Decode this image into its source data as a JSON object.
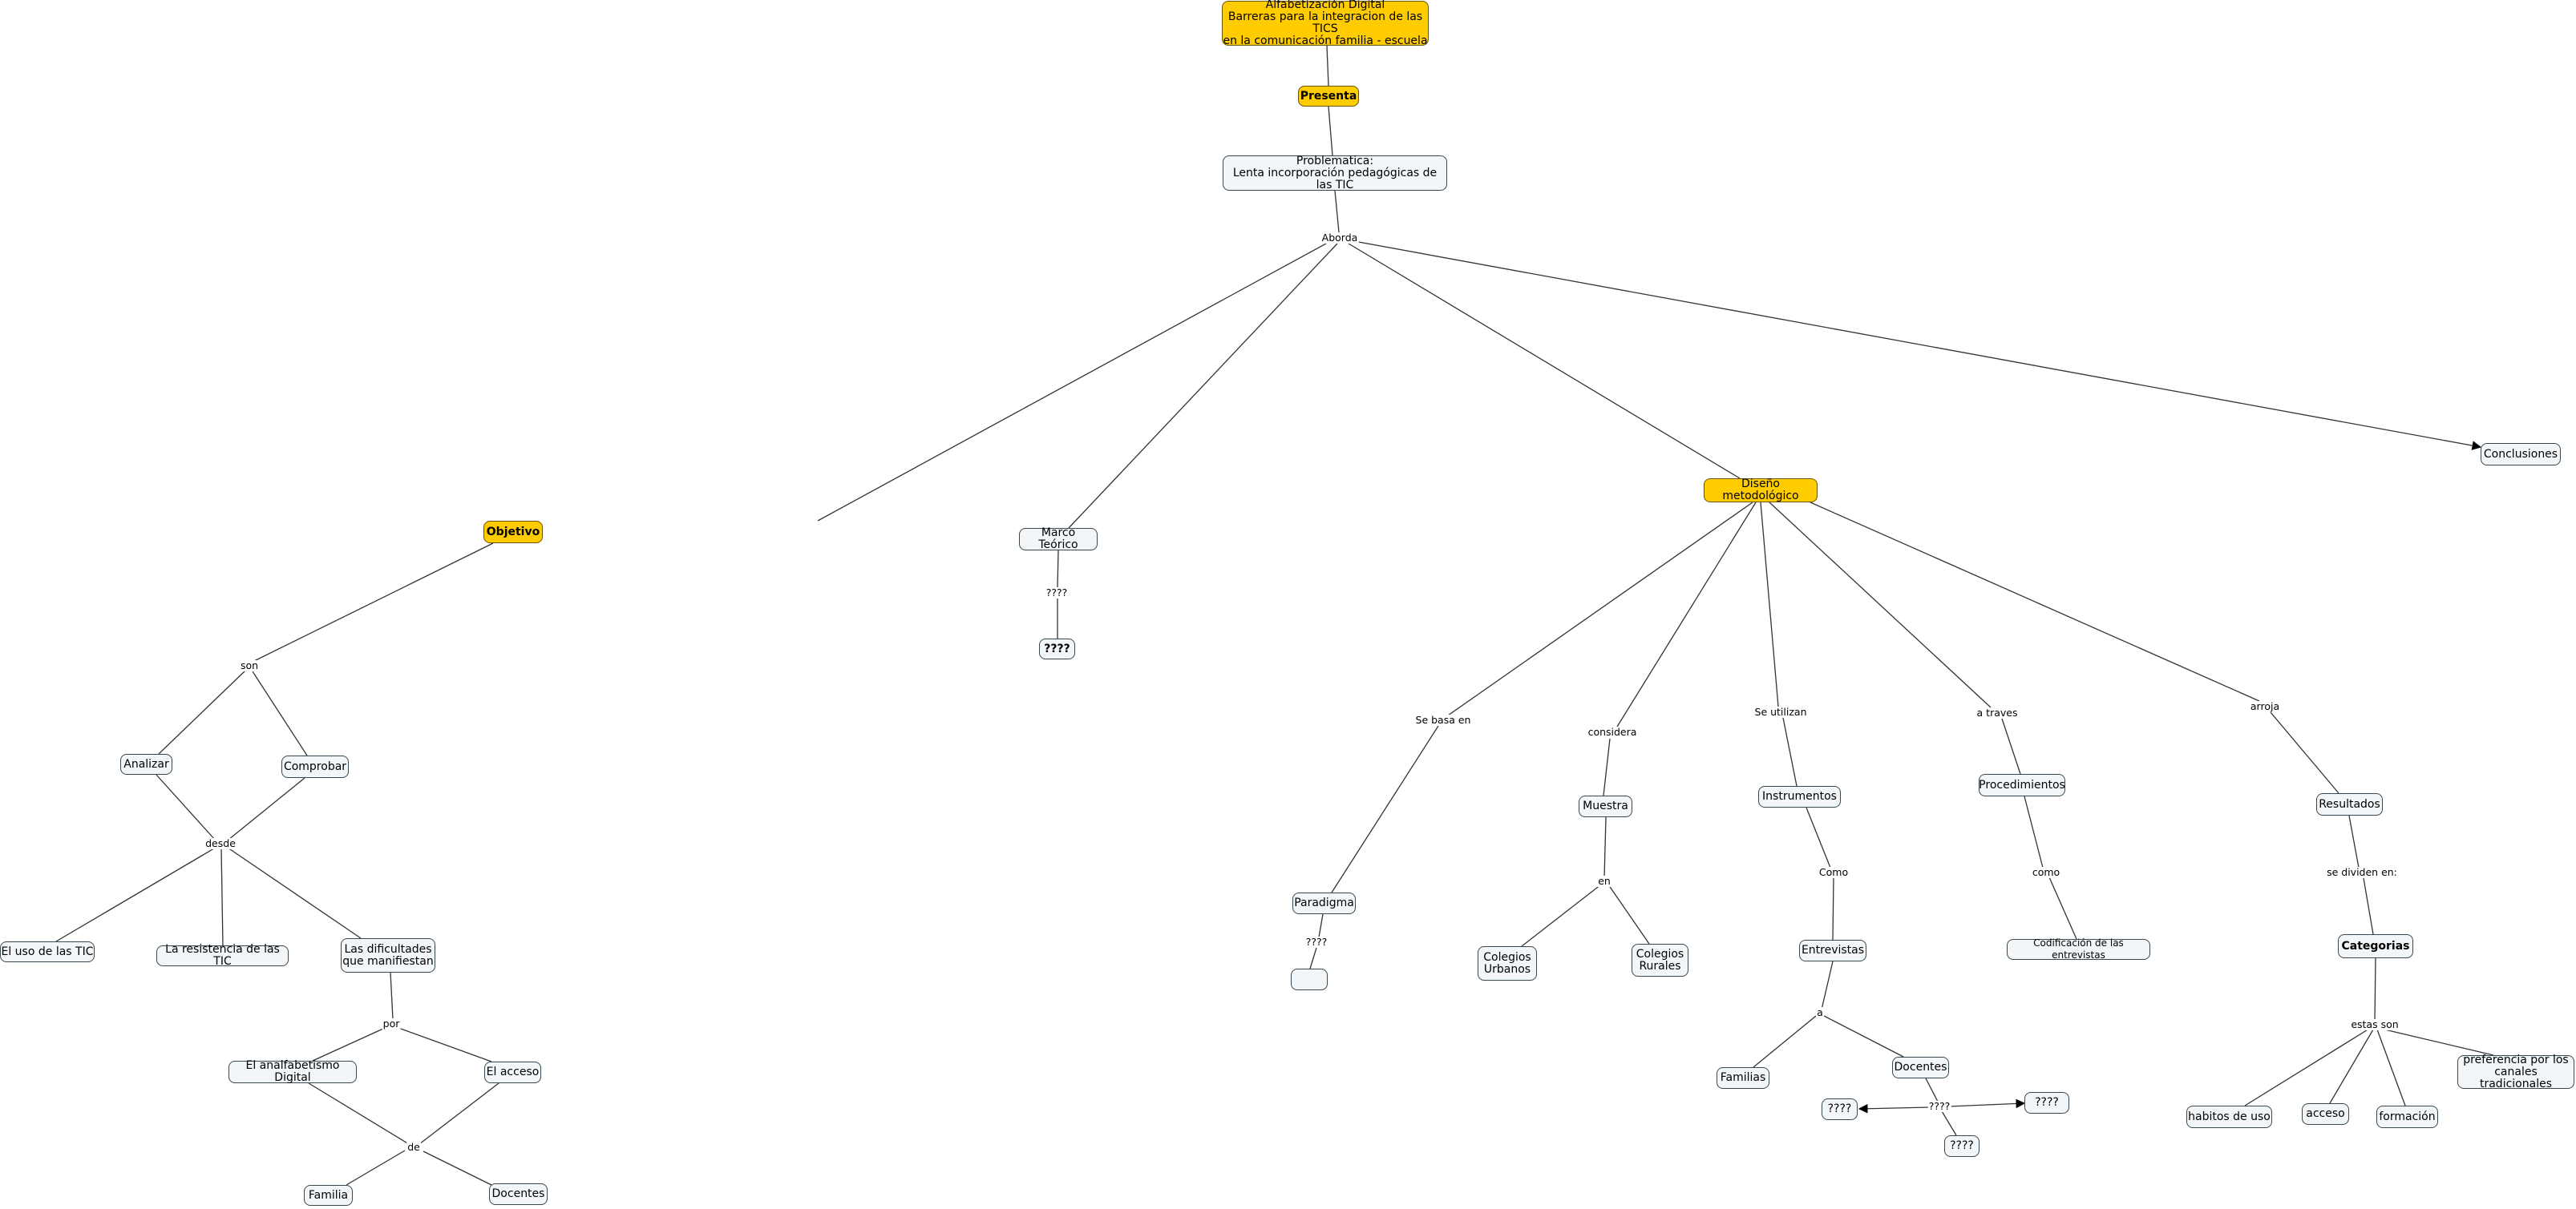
{
  "concept_map": {
    "nodes": {
      "alfabetizacion": "Alfabetización Digital\nBarreras para la integracion de las TICS\nen la comunicación familia - escuela",
      "presenta": "Presenta",
      "problematica": "Problematica:\nLenta incorporación pedagógicas de las TIC",
      "objetivo": "Objetivo",
      "marco": "Marco Teórico",
      "marco_q": "????",
      "diseno": "Diseño metodológico",
      "conclusiones": "Conclusiones",
      "analizar": "Analizar",
      "comprobar": "Comprobar",
      "uso_tic": "El uso de las TIC",
      "resistencia": "La resistencia de las TIC",
      "dificultades": "Las dificultades\nque manifiestan",
      "analfabetismo": "El analfabetismo Digital",
      "acceso1": "El acceso",
      "familia": "Familia",
      "docentes1": "Docentes",
      "paradigma": "Paradigma",
      "paradigma_empty": "",
      "muestra": "Muestra",
      "urbanos": "Colegios\nUrbanos",
      "rurales": "Colegios\nRurales",
      "instrumentos": "Instrumentos",
      "entrevistas": "Entrevistas",
      "familias": "Familias",
      "docentes2": "Docentes",
      "q_left": "????",
      "q_right": "????",
      "q_bottom": "????",
      "procedimientos": "Procedimientos",
      "codificacion": "Codificación de las entrevistas",
      "resultados": "Resultados",
      "categorias": "Categorias",
      "habitos": "habitos de uso",
      "acceso2": "acceso",
      "formacion": "formación",
      "preferencia": "preferencia por los\ncanales tradicionales"
    },
    "labels": {
      "aborda": "Aborda",
      "son": "son",
      "desde": "desde",
      "por": "por",
      "de": "de",
      "marco_q": "????",
      "se_basa": "Se basa en",
      "considera": "considera",
      "se_utilizan": "Se utilizan",
      "a_traves": "a traves",
      "arroja": "arroja",
      "paradigma_q": "????",
      "en": "en",
      "como": "Como",
      "comoproc": "como",
      "se_dividen": "se dividen en:",
      "a": "a",
      "docentes_q": "????",
      "estas_son": "estas son"
    },
    "colors": {
      "highlight_fill": "#ffcc00",
      "node_fill": "#f2f6f8",
      "node_border": "#384850",
      "line": "#333333"
    }
  }
}
